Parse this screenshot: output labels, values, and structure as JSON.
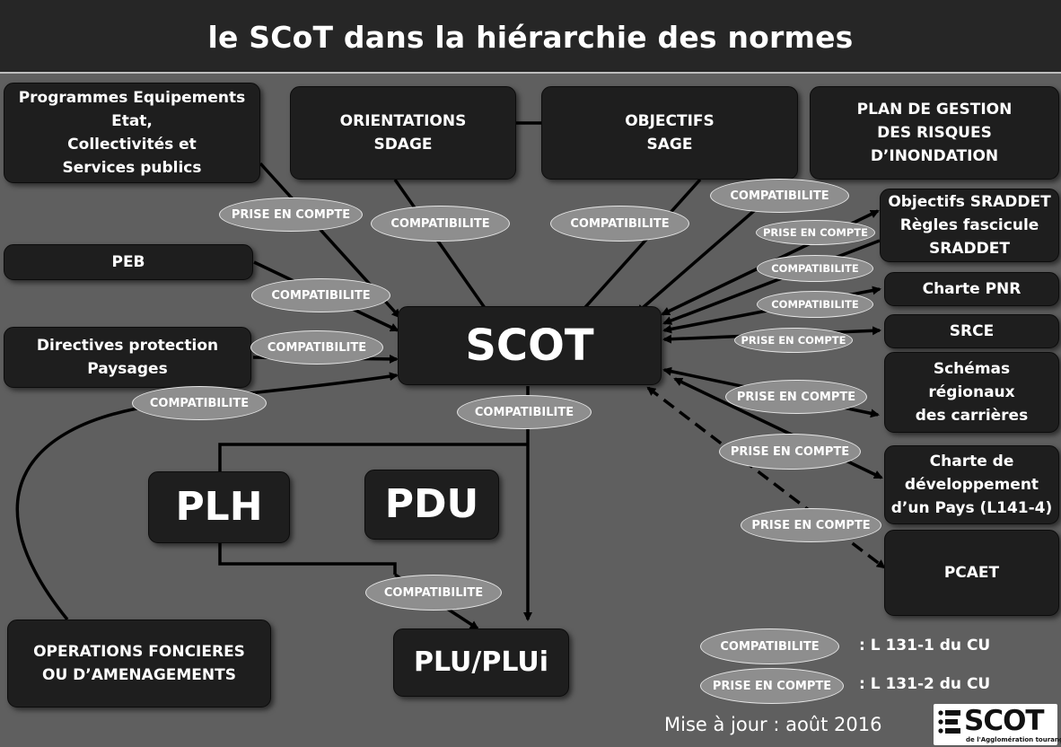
{
  "title": "le SCoT dans la hiérarchie des normes",
  "boxes": {
    "programmes": "Programmes Equipements\nEtat,\nCollectivités et\nServices publics",
    "orientations": "ORIENTATIONS\nSDAGE",
    "objectifs_sage": "OBJECTIFS\nSAGE",
    "pgri": "PLAN DE GESTION\nDES RISQUES D’INONDATION",
    "peb": "PEB",
    "directives": "Directives protection\nPaysages",
    "scot": "SCOT",
    "sraddet": "Objectifs SRADDET\nRègles fascicule\nSRADDET",
    "pnr": "Charte PNR",
    "srce": "SRCE",
    "carrieres": "Schémas régionaux\ndes carrières",
    "pays": "Charte de\ndéveloppement\nd’un Pays (L141-4)",
    "pcaet": "PCAET",
    "plh": "PLH",
    "pdu": "PDU",
    "plu": "PLU/PLUi",
    "operations": "OPERATIONS FONCIERES\nOU D’AMENAGEMENTS"
  },
  "labels": {
    "compatibilite": "COMPATIBILITE",
    "prise_en_compte": "PRISE EN COMPTE",
    "prise_en_compte_spaced": "PRISE  EN COMPTE"
  },
  "legend": {
    "compat_ref": ": L 131-1 du CU",
    "prise_ref": ": L 131-2 du CU"
  },
  "update": "Mise à jour : août 2016",
  "logo": {
    "name": "SCOT",
    "sub": "de l'Agglomération tourangelle"
  },
  "colors": {
    "background": "#5f5f5f",
    "box": "#1e1e1e",
    "ellipse": "#8e8e8e",
    "arrow": "#000000",
    "text": "#ffffff"
  }
}
